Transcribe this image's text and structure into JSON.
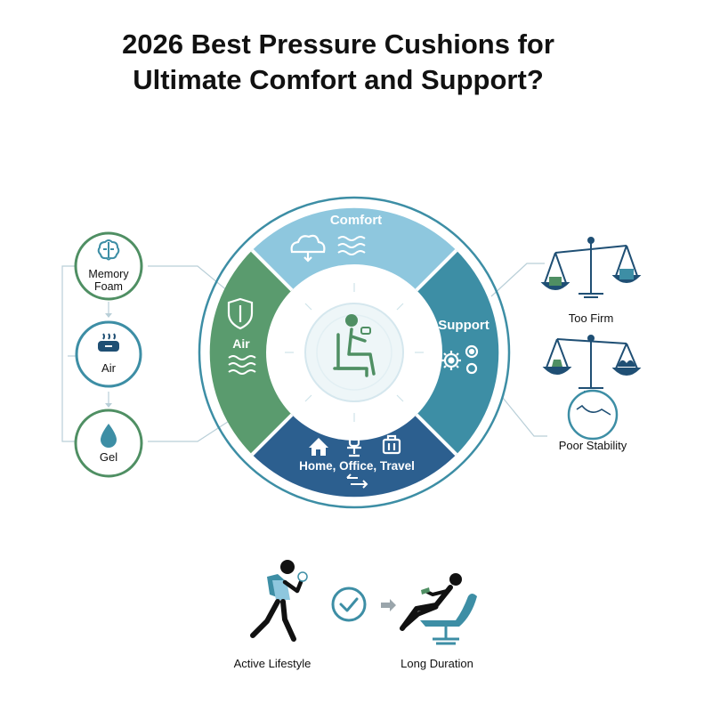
{
  "title": {
    "line1": "2026 Best Pressure Cushions for",
    "line2": "Ultimate Comfort and Support?"
  },
  "wheel": {
    "segments": {
      "comfort": "Comfort",
      "support": "Support",
      "uses": "Home, Office, Travel",
      "air": "Air"
    }
  },
  "materials": [
    "Memory Foam",
    "Air",
    "Gel"
  ],
  "issues": {
    "too_firm": "Too Firm",
    "poor_stability": "Poor Stability"
  },
  "bottom": {
    "active": "Active Lifestyle",
    "duration": "Long Duration"
  },
  "colors": {
    "comfort": "#8ec7de",
    "support": "#3d8ea5",
    "uses": "#2c5f8f",
    "air": "#5a9b6e",
    "teal": "#3d8ea5",
    "navy": "#1f4f74",
    "green": "#4f8f63"
  }
}
